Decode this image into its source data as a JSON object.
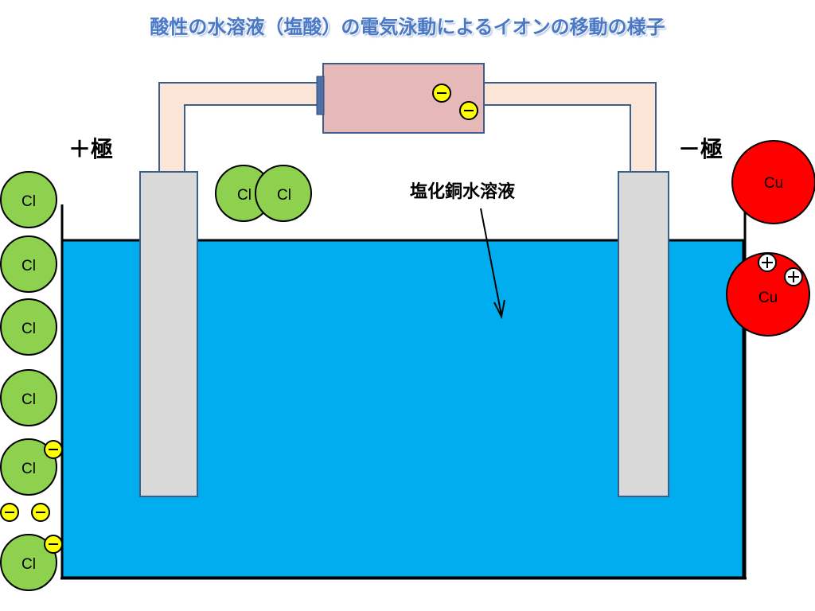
{
  "title": "酸性の水溶液（塩酸）の電気泳動によるイオンの移動の様子",
  "labels": {
    "positive_pole": "＋極",
    "negative_pole": "－極",
    "solution": "塩化銅水溶液"
  },
  "ions": {
    "chlorine": "Cl",
    "copper": "Cu"
  },
  "colors": {
    "solution": "#00aeef",
    "electrode": "#d9d9d9",
    "power_supply": "#e6b9b8",
    "wire": "#fbe5d6",
    "chlorine": "#8ed14f",
    "copper": "#ff0000",
    "electron": "#ffff00",
    "title": "#4a78c4"
  }
}
